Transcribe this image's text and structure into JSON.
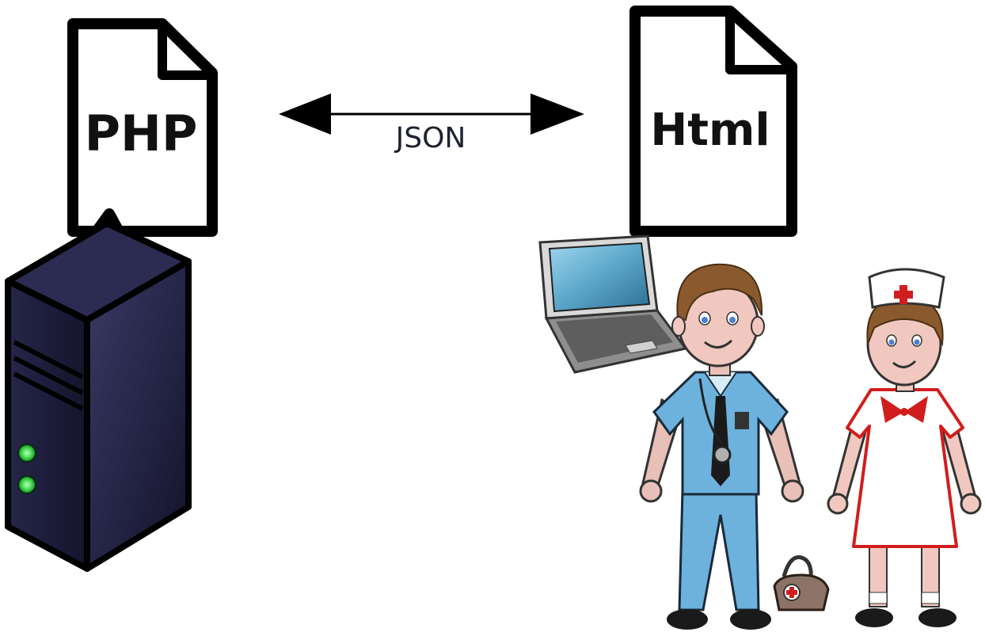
{
  "diagram": {
    "server_document": {
      "label": "PHP"
    },
    "client_document": {
      "label": "Html"
    },
    "exchange": {
      "label": "JSON",
      "direction": "bidirectional"
    },
    "server_icon": "server-tower-icon",
    "client_icons": [
      "laptop-icon",
      "doctor-figure-icon",
      "nurse-figure-icon",
      "medical-bag-icon"
    ],
    "colors": {
      "server_body": "#1c1c3a",
      "server_led": "#3ed84a",
      "doctor_scrubs": "#6cb2dd",
      "nurse_trim": "#d11d1d",
      "arrow": "#000000",
      "document_border": "#000000"
    }
  }
}
